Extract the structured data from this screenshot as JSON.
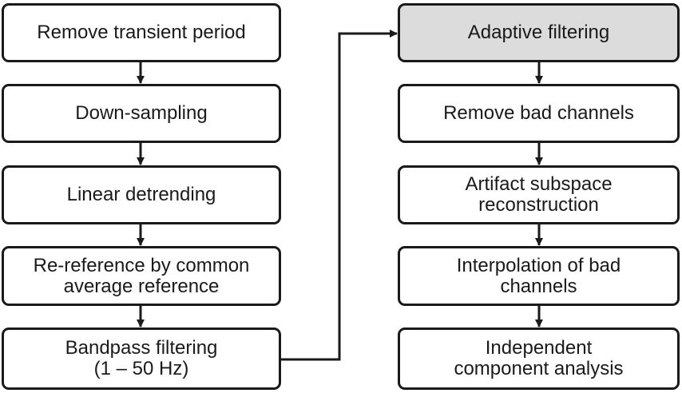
{
  "left_column": [
    {
      "label": "Remove transient period"
    },
    {
      "label": "Down-sampling"
    },
    {
      "label": "Linear detrending"
    },
    {
      "label": "Re-reference by common\naverage reference"
    },
    {
      "label": "Bandpass filtering\n(1 – 50 Hz)"
    }
  ],
  "right_column": [
    {
      "label": "Adaptive filtering"
    },
    {
      "label": "Remove bad channels"
    },
    {
      "label": "Artifact subspace\nreconstruction"
    },
    {
      "label": "Interpolation of bad\nchannels"
    },
    {
      "label": "Independent\ncomponent analysis"
    }
  ],
  "colors": {
    "stroke": "#1a1a1a",
    "highlight_fill": "#dcdcdc",
    "box_fill": "#ffffff"
  }
}
